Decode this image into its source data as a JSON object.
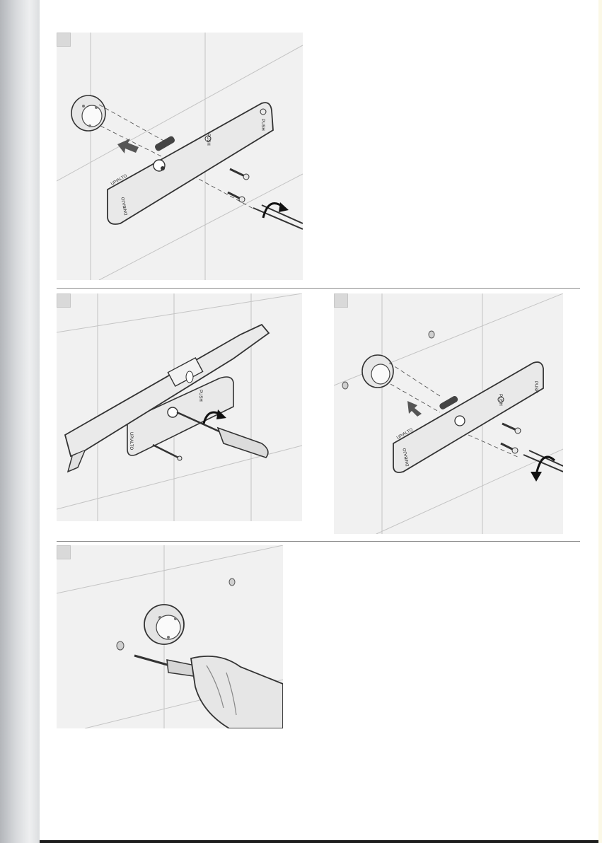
{
  "page": {
    "accent_color": "#c5c8cb",
    "background_color": "#ffffff"
  },
  "steps": [
    {
      "plate_labels": {
        "top": "UP/ALTO",
        "mid": "PUSH",
        "bottom": "DN/BAJO",
        "end1": "PUSH",
        "end2": "TIRE"
      }
    },
    {
      "plate_labels": {
        "top": "UP/ALTO",
        "mid": "PUSH",
        "bottom": "DN/BAJO"
      }
    },
    {
      "plate_labels": {
        "top": "UP/ALTO",
        "mid": "PUSH",
        "bottom": "DN/BAJO",
        "end1": "PUSH",
        "end2": "TIRE"
      }
    },
    {
      "plate_labels": {}
    }
  ],
  "icons": [
    "rotate-clockwise-arrow-icon",
    "rotate-counterclockwise-arrow-icon",
    "push-direction-arrow-icon"
  ]
}
